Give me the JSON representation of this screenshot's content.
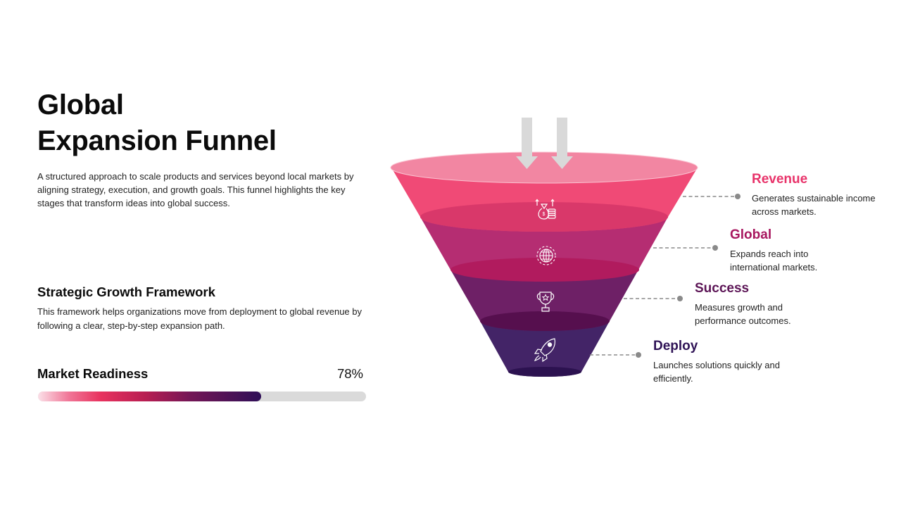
{
  "header": {
    "title_line1": "Global",
    "title_line2": "Expansion Funnel",
    "intro": "A structured approach to scale products and services beyond local markets by aligning strategy, execution, and growth goals. This funnel highlights the key stages that transform ideas into global success."
  },
  "framework": {
    "title": "Strategic Growth Framework",
    "text": "This framework helps organizations move from deployment to global revenue by following a clear, step-by-step expansion path."
  },
  "readiness": {
    "label": "Market Readiness",
    "value": "78%",
    "percent": 78
  },
  "funnel": {
    "input_arrows": 2,
    "stages": [
      {
        "title": "Revenue",
        "description": "Generates sustainable income across markets.",
        "icon": "money-bag-coins-icon",
        "color": "#e8336a"
      },
      {
        "title": "Global",
        "description": "Expands reach into international markets.",
        "icon": "globe-icon",
        "color": "#a8175f"
      },
      {
        "title": "Success",
        "description": "Measures growth and performance outcomes.",
        "icon": "trophy-icon",
        "color": "#5c1556"
      },
      {
        "title": "Deploy",
        "description": "Launches solutions quickly and efficiently.",
        "icon": "rocket-icon",
        "color": "#2f1356"
      }
    ]
  },
  "colors": {
    "top_rim": "#f286a2",
    "band_revenue": "#f04a76",
    "band_global": "#b52d72",
    "band_success": "#6e2066",
    "band_deploy": "#432467",
    "connector": "#8a8a8a",
    "arrow": "#d9d9d9",
    "progress_track": "#dadada"
  }
}
